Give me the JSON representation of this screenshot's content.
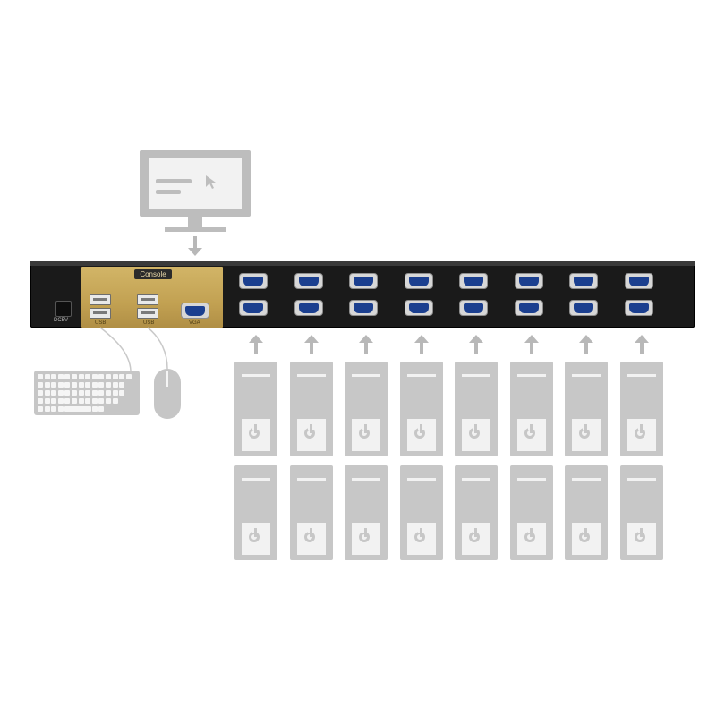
{
  "console": {
    "label": "Console",
    "usb1_label": "USB",
    "usb2_label": "USB",
    "vga_label": "VGA"
  },
  "power": {
    "label": "DC5V"
  },
  "ports": {
    "count_columns": 8,
    "count_rows": 2
  },
  "computers": {
    "count_columns": 8,
    "count_rows": 2
  },
  "icons": {
    "monitor": "monitor-icon",
    "keyboard": "keyboard-icon",
    "mouse": "mouse-icon",
    "computer": "computer-tower-icon",
    "power": "power-icon",
    "arrow": "arrow-icon"
  },
  "colors": {
    "chassis": "#1a1a1a",
    "console_panel": "#c7a85a",
    "vga_port": "#1b3f8f",
    "icon_gray": "#c6c6c6"
  }
}
